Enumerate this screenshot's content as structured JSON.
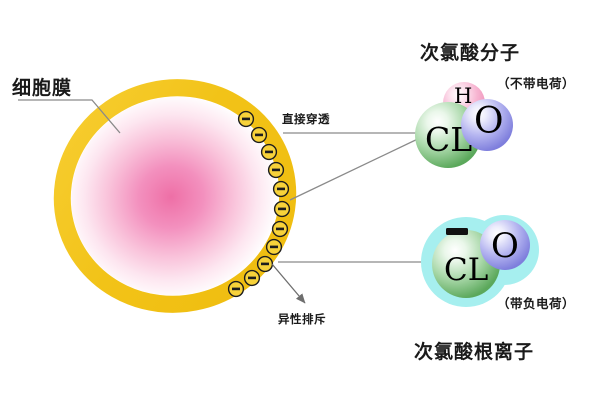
{
  "diagram": {
    "title_internal": "hypochlorous-acid-cell-membrane-diagram",
    "background_color": "#ffffff",
    "cell": {
      "membrane_label": "细胞膜",
      "membrane_color": "#F2C318",
      "membrane_color_light": "#FBE47A",
      "interior_center_color": "#EE6FA6",
      "interior_edge_color": "#FFFFFF",
      "charge_marker_symbol": "−",
      "charge_marker_count": 11,
      "charge_marker_fill": "#F7D23A",
      "charge_marker_stroke": "#222222"
    },
    "annotations": {
      "direct_penetration": "直接穿透",
      "repulsion": "异性排斥"
    },
    "molecules": [
      {
        "id": "hypochlorous-acid",
        "title": "次氯酸分子",
        "charge_note": "（不带电荷）",
        "charge_symbol": "",
        "halo": false,
        "atoms": [
          {
            "symbol": "CL",
            "color": "#6FB26F",
            "highlight": "#E8F5E8"
          },
          {
            "symbol": "O",
            "color": "#8D8DE6",
            "highlight": "#ECECFB"
          },
          {
            "symbol": "H",
            "color": "#F4A3C6",
            "highlight": "#FCE4EF"
          }
        ]
      },
      {
        "id": "hypochlorite-ion",
        "title": "次氯酸根离子",
        "charge_note": "（带负电荷）",
        "charge_symbol": "−",
        "halo": true,
        "halo_color": "#A6EFEF",
        "atoms": [
          {
            "symbol": "CL",
            "color": "#6FB26F",
            "highlight": "#E8F5E8"
          },
          {
            "symbol": "O",
            "color": "#8D8DE6",
            "highlight": "#ECECFB"
          }
        ]
      }
    ],
    "connector_color": "#8A8A8A",
    "leader_color": "#8A8A8A"
  }
}
